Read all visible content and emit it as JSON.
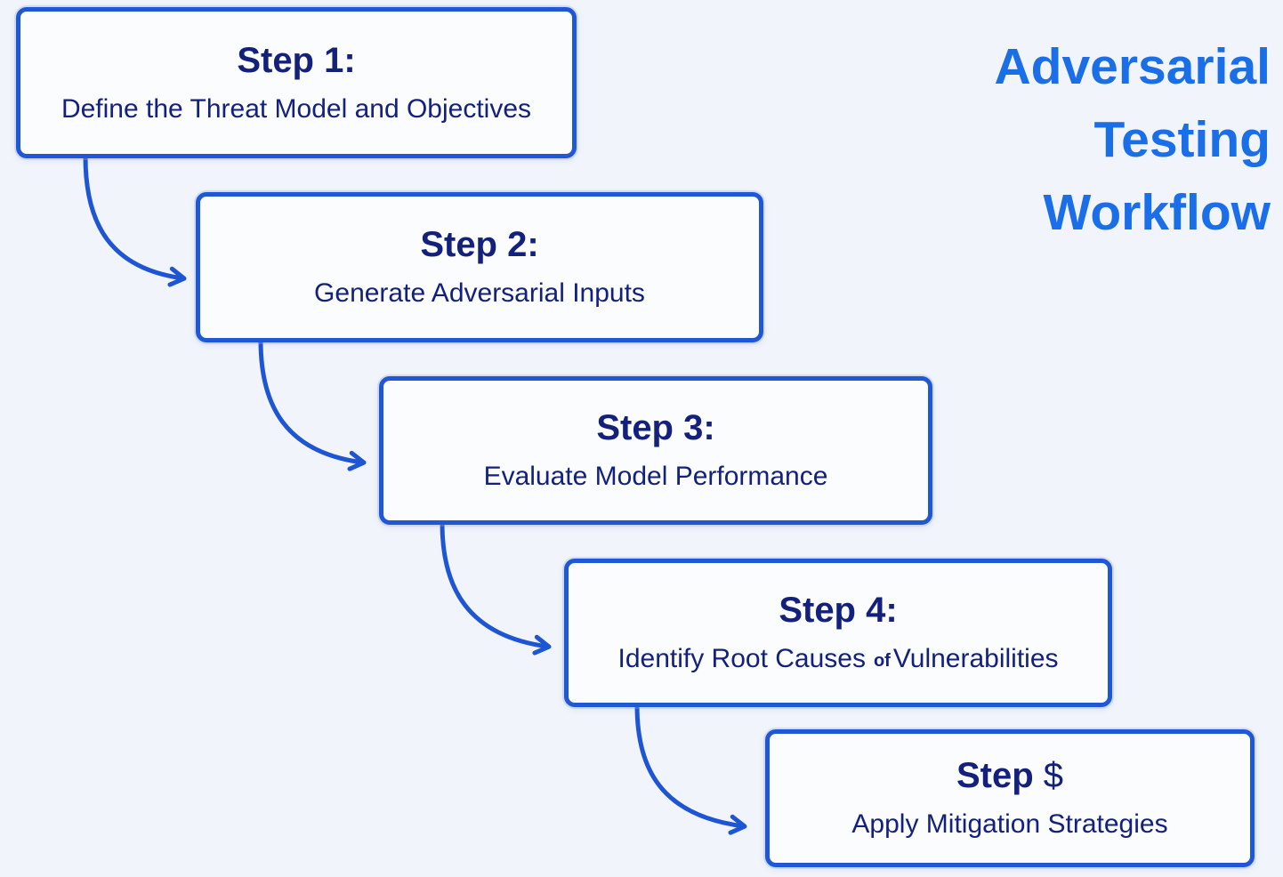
{
  "title": {
    "lines": [
      "Adversarial",
      "Testing",
      "Workflow"
    ]
  },
  "steps": [
    {
      "heading": [
        {
          "text": "Step 1:"
        }
      ],
      "body": [
        {
          "text": "Define the Threat Model and Objectives"
        }
      ]
    },
    {
      "heading": [
        {
          "text": "Step 2:"
        }
      ],
      "body": [
        {
          "text": "Generate Adversarial Inputs"
        }
      ]
    },
    {
      "heading": [
        {
          "text": "Step 3:"
        }
      ],
      "body": [
        {
          "text": "Evaluate Model Performance"
        }
      ]
    },
    {
      "heading": [
        {
          "text": "Step 4:"
        }
      ],
      "body": [
        {
          "text": "Identify Root Causes"
        },
        {
          "text": "of",
          "small": true
        },
        {
          "text": "Vulnerabilities"
        }
      ]
    },
    {
      "heading": [
        {
          "text": "Step "
        },
        {
          "text": "$",
          "light": true
        }
      ],
      "body": [
        {
          "text": "Apply Mitigation Strategies"
        }
      ]
    }
  ],
  "colors": {
    "background": "#f1f4fa",
    "box_fill": "#fafcfe",
    "box_border": "#2057d5",
    "box_text": "#13217c",
    "arrow": "#1d55d4",
    "title_text": "#1a6fe8"
  }
}
